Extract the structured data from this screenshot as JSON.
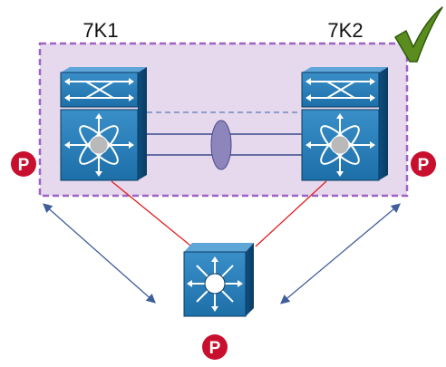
{
  "switches": {
    "left_label": "7K1",
    "right_label": "7K2"
  },
  "badges": {
    "left": "P",
    "right": "P",
    "bottom": "P"
  },
  "icons": {
    "checkmark": "checkmark-icon",
    "nexus_switch": "nexus-7000-switch-icon",
    "access_switch": "layer3-switch-icon"
  },
  "colors": {
    "vpc_domain_fill": "#e6d9ee",
    "vpc_domain_border": "#9d63c4",
    "switch_blue": "#1d6fa8",
    "uplink_red": "#e02020",
    "peer_link_blue": "#3a4a8a",
    "badge_red": "#c8102e",
    "check_green": "#5b8c1e"
  }
}
